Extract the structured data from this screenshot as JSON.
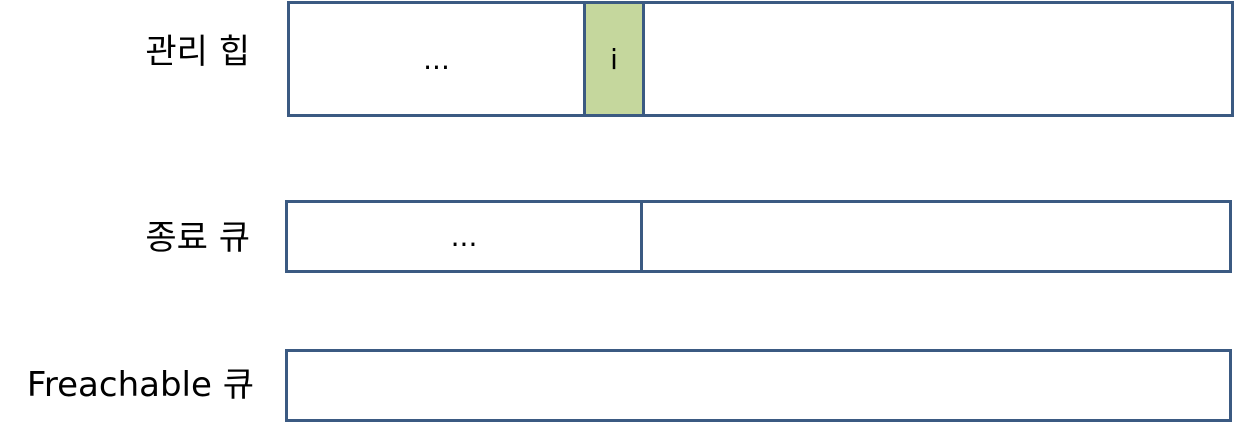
{
  "managed_heap": {
    "label": "관리 힙",
    "cells": [
      "...",
      "i",
      ""
    ],
    "highlight_color": "#c5d79d"
  },
  "finalization_queue": {
    "label": "종료 큐",
    "cells": [
      "...",
      ""
    ]
  },
  "freachable_queue": {
    "label": "Freachable 큐",
    "cells": [
      ""
    ]
  },
  "colors": {
    "border": "#3b5a82",
    "highlight": "#c5d79d"
  }
}
